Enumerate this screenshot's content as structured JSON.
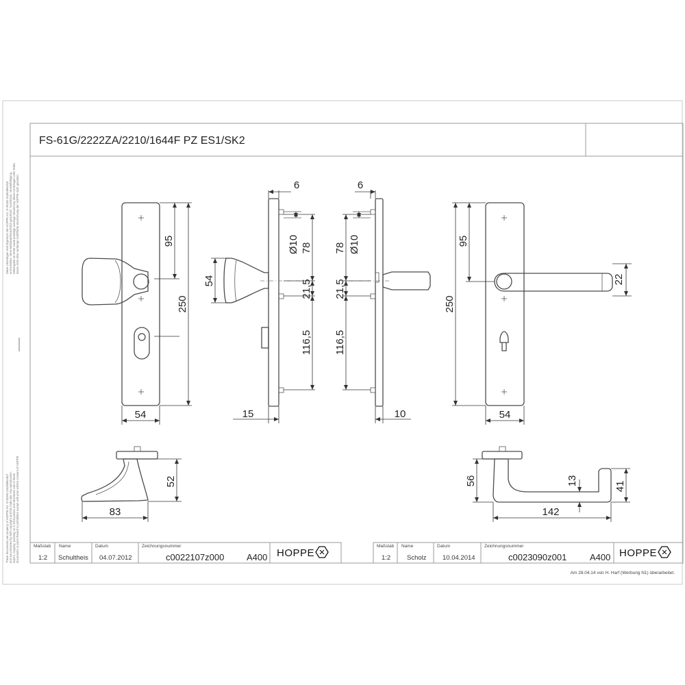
{
  "title": "FS-61G/2222ZA/2210/1644F PZ ES1/SK2",
  "dimensions": {
    "left_plate": {
      "plate_width": "54",
      "upper_distance": "95",
      "total_length": "250"
    },
    "left_side": {
      "thickness_top": "6",
      "rose_height": "54",
      "hole_diameter": "Ø10",
      "d78": "78",
      "d21_5": "21,5",
      "d116_5": "116,5",
      "depth": "15"
    },
    "right_side": {
      "thickness_top": "6",
      "hole_diameter": "Ø10",
      "d78": "78",
      "d21_5": "21,5",
      "d116_5": "116,5",
      "depth": "10"
    },
    "right_plate": {
      "plate_width": "54",
      "upper_distance": "95",
      "total_length": "250",
      "lever_height": "22"
    },
    "left_top_view": {
      "height": "52",
      "projection": "83"
    },
    "right_top_view": {
      "height": "56",
      "projection": "142",
      "grip_height": "41",
      "gap": "13"
    }
  },
  "title_block": {
    "left": {
      "scale_label": "Maßstab",
      "scale": "1:2",
      "name_label": "Name",
      "name": "Schultheis",
      "date_label": "Datum",
      "date": "04.07.2012",
      "number_label": "Zeichnungsnummer",
      "number": "c0022107z000",
      "format": "A400",
      "brand": "HOPPE"
    },
    "right": {
      "scale_label": "Maßstab",
      "scale": "1:2",
      "name_label": "Name",
      "name": "Scholz",
      "date_label": "Datum",
      "date": "10.04.2014",
      "number_label": "Zeichnungsnummer",
      "number": "c0023090z001",
      "format": "A400",
      "brand": "HOPPE"
    }
  },
  "revision_note": "Am 28.04.14 von H. Harf (Werbung N1) überarbeitet.",
  "copyright_top": [
    "Diese Unterlagen sind Eigentum der HOPPE AG, D-35260 Stadtallendorf",
    "und erhalten, ohne weitbewerbsrechtlich geschützt. Nachdruck, Verwielfältigung,",
    "Weitergabe an Dritte sowie jeweilige sonstige Verwertung dieser Unterlagen oder Teilen",
    "davon sind ohne vorherige schriftliche Zustimmung der HOPPE nicht gestattet."
  ],
  "copyright_bottom": [
    "These documents are property of HOPPE AG, D-35260 Stadtallendorf",
    "and are protected by both copyright and fair trade law. Any reproduction,",
    "reprint, copying, passing on to third parties and whichever use of these",
    "documents or parts thereof is prohibited, except with prior written consent of HOPPE."
  ]
}
